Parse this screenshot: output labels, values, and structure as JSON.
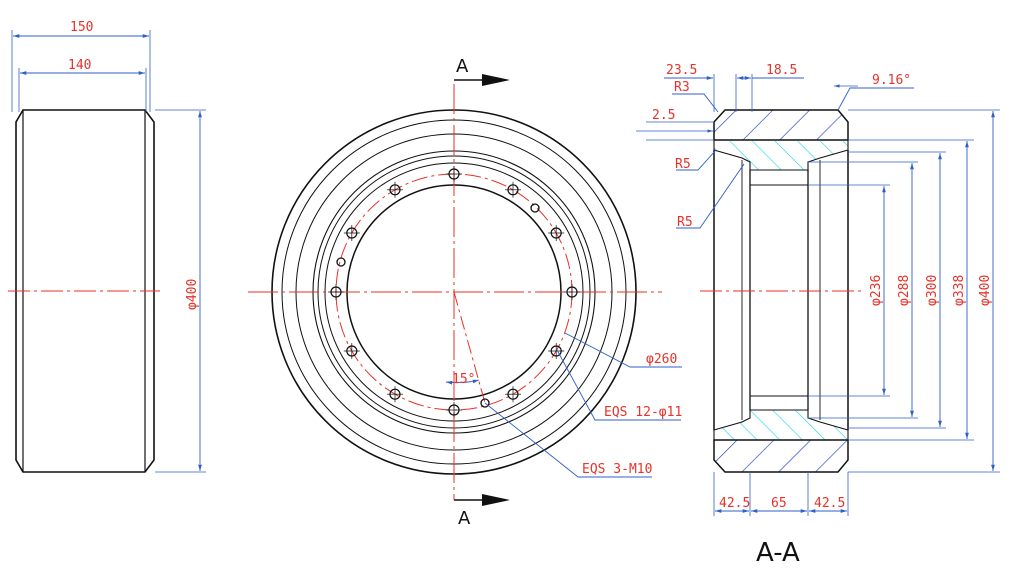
{
  "drawing": {
    "section_label": "A-A",
    "cut_marker": "A",
    "colors": {
      "outline": "#111111",
      "dimension": "#2f5fc8",
      "dim_text": "#e8322a",
      "center": "#e8322a",
      "hatch_body": "#1f3fc8",
      "hatch_liner": "#19d6dd"
    },
    "dims": {
      "w150": "150",
      "w140": "140",
      "d400_side": "φ400",
      "d260": "φ260",
      "eqs_holes": "EQS 12-φ11",
      "eqs_tapped": "EQS 3-M10",
      "angle15": "15°",
      "s23_5": "23.5",
      "s18_5": "18.5",
      "angle_taper": "9.16°",
      "r3": "R3",
      "s2_5": "2.5",
      "r5a": "R5",
      "r5b": "R5",
      "d236": "φ236",
      "d288": "φ288",
      "d300": "φ300",
      "d338": "φ338",
      "d400_sec": "φ400",
      "b42_5a": "42.5",
      "b65": "65",
      "b42_5b": "42.5"
    }
  }
}
